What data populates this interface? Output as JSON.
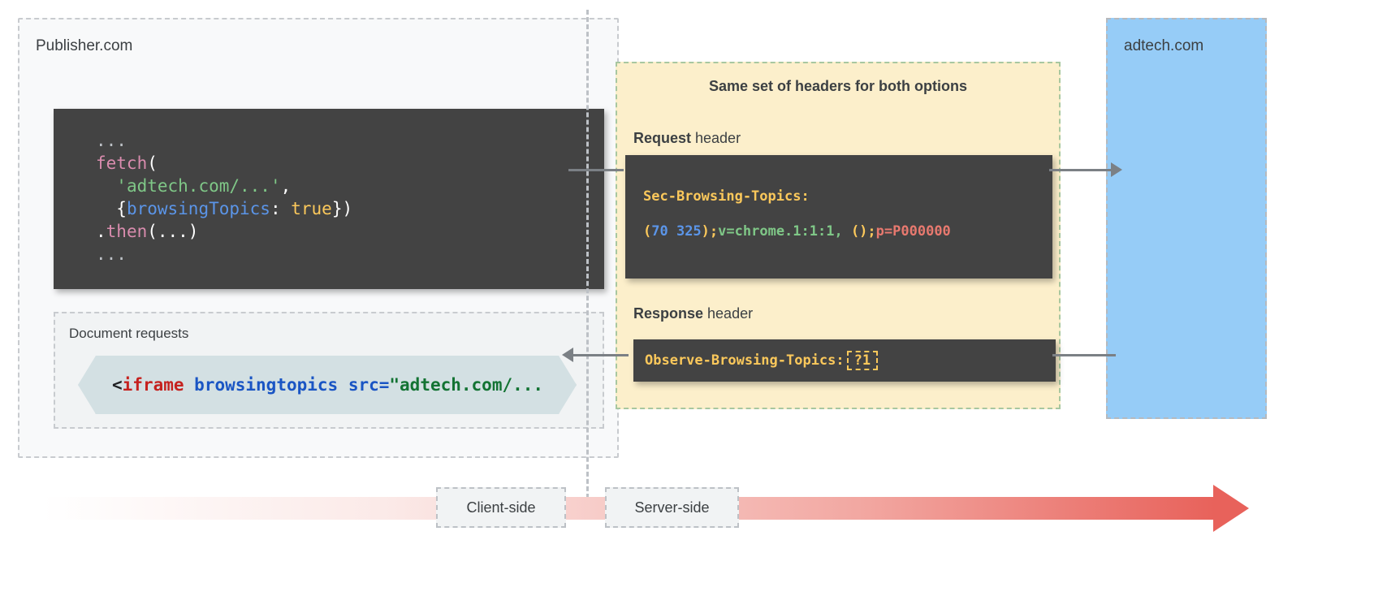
{
  "publisher": {
    "label": "Publisher.com",
    "fetch_code": {
      "lines": [
        {
          "segments": [
            {
              "t": "...",
              "c": "tk-dots"
            }
          ]
        },
        {
          "segments": [
            {
              "t": "fetch",
              "c": "tk-fn"
            },
            {
              "t": "(",
              "c": "tk-plain"
            }
          ]
        },
        {
          "segments": [
            {
              "t": "  ",
              "c": "tk-plain"
            },
            {
              "t": "'adtech.com/...'",
              "c": "tk-str"
            },
            {
              "t": ",",
              "c": "tk-plain"
            }
          ]
        },
        {
          "segments": [
            {
              "t": "  {",
              "c": "tk-plain"
            },
            {
              "t": "browsingTopics",
              "c": "tk-prop"
            },
            {
              "t": ": ",
              "c": "tk-plain"
            },
            {
              "t": "true",
              "c": "tk-bool"
            },
            {
              "t": "})",
              "c": "tk-plain"
            }
          ]
        },
        {
          "segments": [
            {
              "t": ".",
              "c": "tk-plain"
            },
            {
              "t": "then",
              "c": "tk-fn"
            },
            {
              "t": "(...)",
              "c": "tk-plain"
            }
          ]
        },
        {
          "segments": [
            {
              "t": "...",
              "c": "tk-dots"
            }
          ]
        }
      ]
    },
    "document_requests": {
      "label": "Document requests",
      "iframe_code": {
        "segments": [
          {
            "t": "<",
            "c": "tk-lt"
          },
          {
            "t": "iframe",
            "c": "tk-tag"
          },
          {
            "t": " ",
            "c": "tk-lt"
          },
          {
            "t": "browsingtopics src=",
            "c": "tk-attr"
          },
          {
            "t": "\"adtech.com/...",
            "c": "tk-url"
          }
        ]
      }
    }
  },
  "headers_panel": {
    "title": "Same set of headers for both options",
    "request_caption_bold": "Request",
    "request_caption_rest": " header",
    "response_caption_bold": "Response",
    "response_caption_rest": " header",
    "request_code": {
      "line1": [
        {
          "t": "Sec-Browsing-Topics:",
          "c": "tk-hdrname"
        }
      ],
      "line2": [
        {
          "t": "(",
          "c": "tk-paren"
        },
        {
          "t": "70 325",
          "c": "tk-num"
        },
        {
          "t": ")",
          "c": "tk-paren"
        },
        {
          "t": ";",
          "c": "tk-semi"
        },
        {
          "t": "v=chrome.1:1:1, ",
          "c": "tk-ver"
        },
        {
          "t": "()",
          "c": "tk-paren"
        },
        {
          "t": ";",
          "c": "tk-semi"
        },
        {
          "t": "p=P000000",
          "c": "tk-p"
        }
      ]
    },
    "response_code": {
      "name": "Observe-Browsing-Topics:",
      "value": "?1"
    }
  },
  "adtech": {
    "label": "adtech.com"
  },
  "timeline": {
    "client_side_label": "Client-side",
    "server_side_label": "Server-side"
  },
  "colors": {
    "code_background": "#434343",
    "headers_panel_background": "#fcefcb",
    "headers_panel_border": "#a8c7a0",
    "adtech_background": "#96ccf7",
    "publisher_background": "#f8f9fa",
    "iframe_shape": "#d3e0e3",
    "timeline_end": "#e8625b",
    "arrow": "#7b8085"
  }
}
